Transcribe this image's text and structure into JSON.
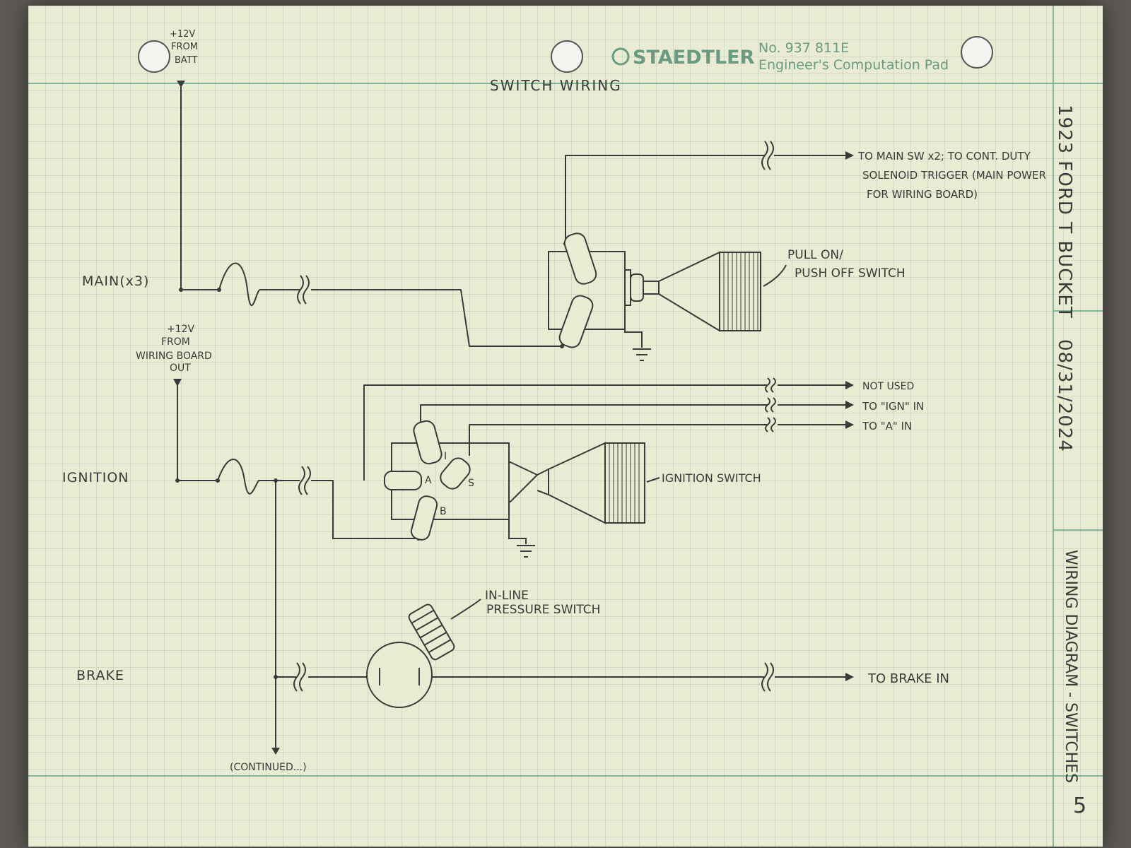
{
  "pad": {
    "brand": "STAEDTLER",
    "number": "No. 937 811E",
    "product": "Engineer's Computation Pad"
  },
  "title": "SWITCH WIRING",
  "side": {
    "project": "1923 FORD T BUCKET",
    "date": "08/31/2024",
    "subject": "WIRING DIAGRAM - SWITCHES",
    "page": "5"
  },
  "labels": {
    "batt_line1": "+12V",
    "batt_line2": "FROM",
    "batt_line3": "BATT",
    "board_line1": "+12V",
    "board_line2": "FROM",
    "board_line3": "WIRING BOARD",
    "board_line4": "OUT",
    "main": "MAIN(x3)",
    "ignition": "IGNITION",
    "brake": "BRAKE",
    "continued": "(CONTINUED...)",
    "main_out_line1": "TO MAIN SW x2; TO CONT. DUTY",
    "main_out_line2": "SOLENOID TRIGGER (MAIN POWER",
    "main_out_line3": "FOR WIRING BOARD)",
    "pull_line1": "PULL ON/",
    "pull_line2": "PUSH OFF SWITCH",
    "not_used": "NOT USED",
    "to_ign": "TO \"IGN\" IN",
    "to_a": "TO \"A\" IN",
    "ign_switch": "IGNITION SWITCH",
    "term_i": "I",
    "term_a": "A",
    "term_s": "S",
    "term_b": "B",
    "pressure_line1": "IN-LINE",
    "pressure_line2": "PRESSURE SWITCH",
    "to_brake": "TO BRAKE IN"
  },
  "colors": {
    "paper": "#e9ecd2",
    "pencil": "#3a3a3a",
    "rule": "#7fb89a",
    "print": "#6a9a82"
  }
}
